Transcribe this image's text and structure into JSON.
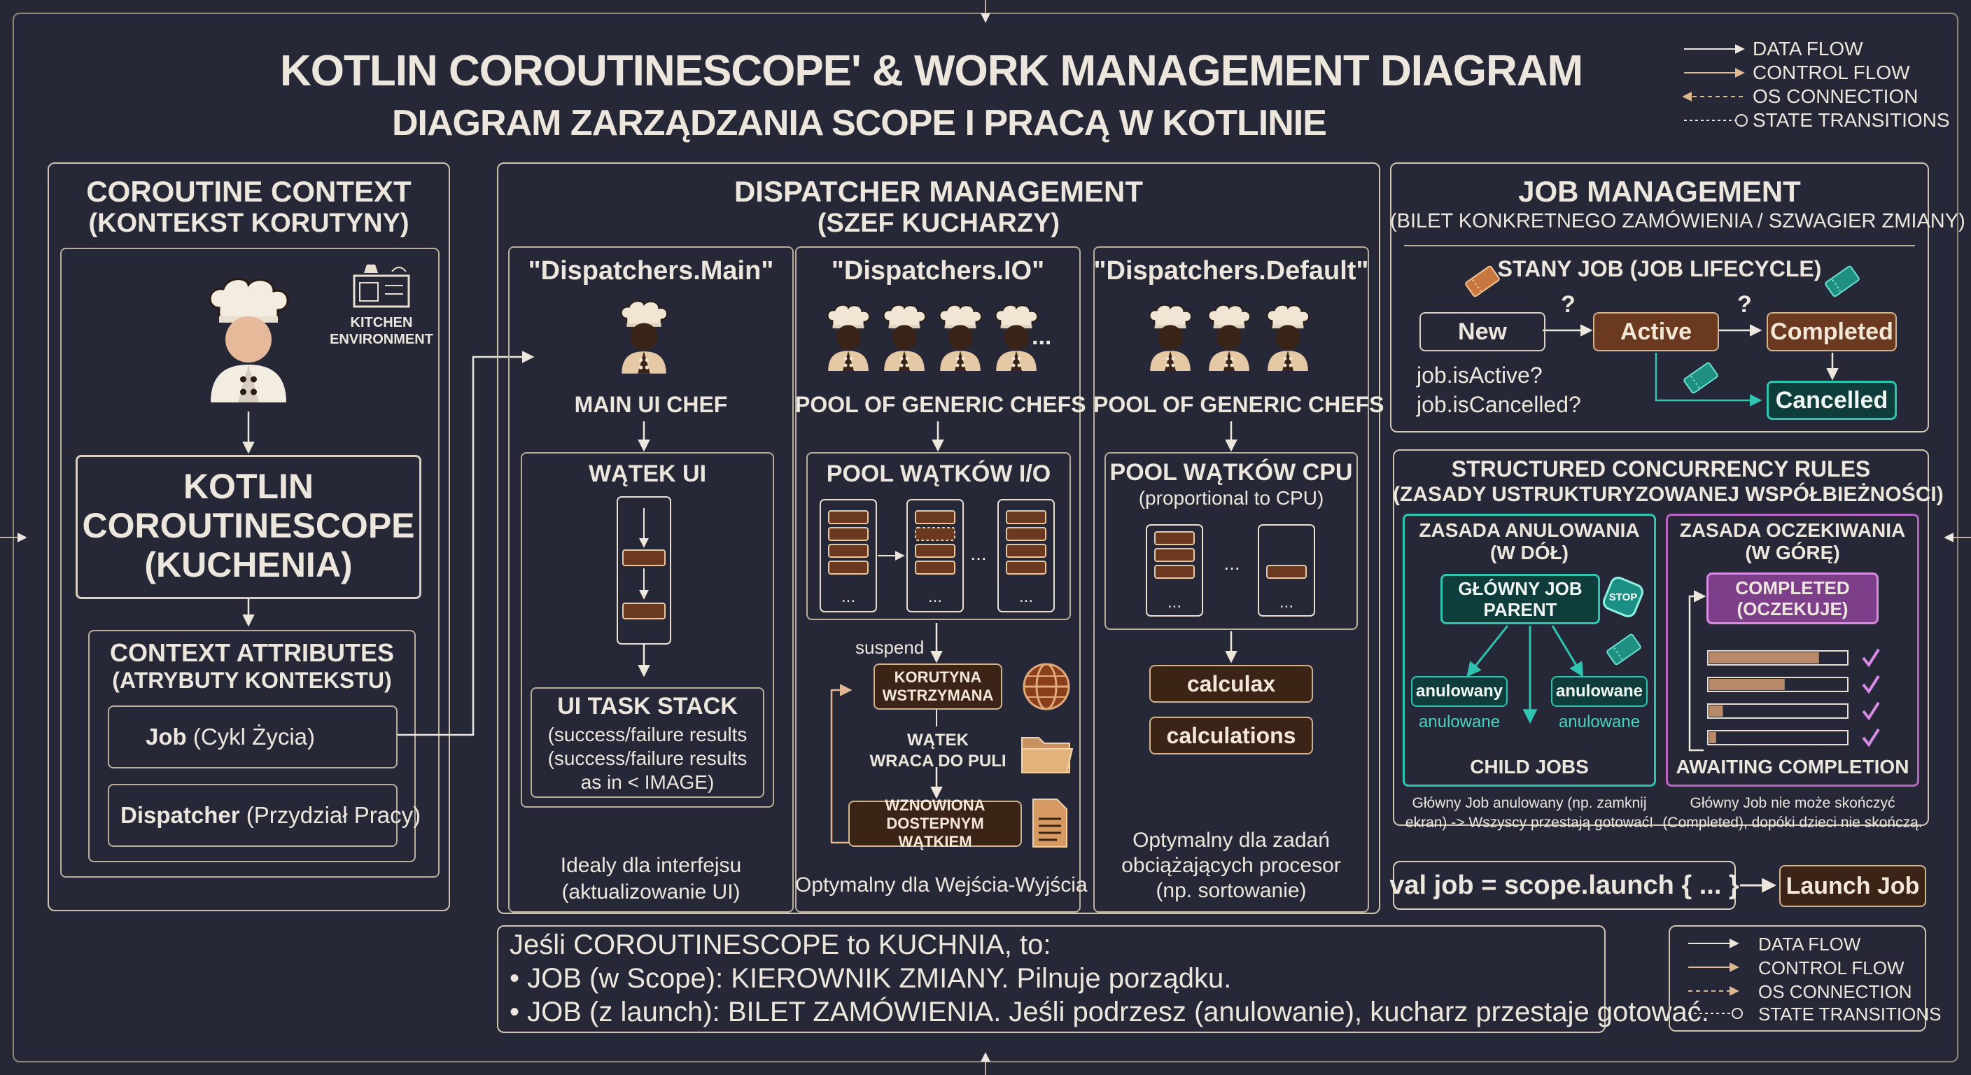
{
  "title": {
    "main": "KOTLIN COROUTINESCOPE' & WORK MANAGEMENT DIAGRAM",
    "sub": "DIAGRAM ZARZĄDZANIA SCOPE I PRACĄ W KOTLINIE"
  },
  "legend_top": [
    "DATA FLOW",
    "CONTROL FLOW",
    "OS CONNECTION",
    "STATE TRANSITIONS"
  ],
  "legend_bottom": [
    "DATA FLOW",
    "CONTROL FLOW",
    "OS CONNECTION",
    "STATE TRANSITIONS"
  ],
  "context": {
    "title": "COROUTINE CONTEXT",
    "subtitle": "(KONTEKST KORUTYNY)",
    "kitchen_label_1": "KITCHEN",
    "kitchen_label_2": "ENVIRONMENT",
    "scope_line1": "KOTLIN",
    "scope_line2": "COROUTINESCOPE",
    "scope_line3": "(KUCHENIA)",
    "attributes_title": "CONTEXT ATTRIBUTES",
    "attributes_subtitle": "(ATRYBUTY KONTEKSTU)",
    "job_bold": "Job",
    "job_rest": " (Cykl Życia)",
    "dispatcher_bold": "Dispatcher",
    "dispatcher_rest": " (Przydział Pracy)"
  },
  "dispatcher": {
    "title": "DISPATCHER MANAGEMENT",
    "subtitle": "(SZEF KUCHARZY)",
    "main": {
      "title": "\"Dispatchers.Main\"",
      "chef_label": "MAIN UI CHEF",
      "thread_label": "WĄTEK UI",
      "stack_title": "UI TASK STACK",
      "stack_line1": "(success/failure results",
      "stack_line2": "(success/failure results",
      "stack_line3": "as in < IMAGE)",
      "desc1": "Idealy dla interfejsu",
      "desc2": "(aktualizowanie UI)"
    },
    "io": {
      "title": "\"Dispatchers.IO\"",
      "chef_label": "POOL OF GENERIC CHEFS",
      "pool_label": "POOL WĄTKÓW I/O",
      "ellipsis": "...",
      "suspend": "suspend",
      "suspended_1": "KORUTYNA",
      "suspended_2": "WSTRZYMANA",
      "returns_1": "WĄTEK",
      "returns_2": "WRACA DO PULI",
      "resumed_1": "WZNOWIONA",
      "resumed_2": "DOSTEPNYM WĄTKIEM",
      "desc": "Optymalny dla Wejścia-Wyjścia"
    },
    "default": {
      "title": "\"Dispatchers.Default\"",
      "chef_label": "POOL OF GENERIC CHEFS",
      "pool_label": "POOL WĄTKÓW CPU",
      "pool_sub": "(proportional to CPU)",
      "calc1": "calculax",
      "calc2": "calculations",
      "desc1": "Optymalny dla zadań",
      "desc2": "obciążających procesor",
      "desc3": "(np. sortowanie)"
    }
  },
  "job": {
    "title": "JOB MANAGEMENT",
    "subtitle": "(BILET KONKRETNEGO ZAMÓWIENIA / SZWAGIER ZMIANY)",
    "lifecycle": "STANY JOB (JOB LIFECYCLE)",
    "state_new": "New",
    "state_active": "Active",
    "state_completed": "Completed",
    "state_cancelled": "Cancelled",
    "q": "?",
    "check1": "job.isActive?",
    "check2": "job.isCancelled?"
  },
  "rules": {
    "title": "STRUCTURED CONCURRENCY RULES",
    "subtitle": "(ZASADY USTRUKTURYZOWANEJ WSPÓŁBIEŻNOŚCI)",
    "cancel_title1": "ZASADA ANULOWANIA",
    "cancel_title2": "(W DÓŁ)",
    "parent1": "GŁÓWNY JOB",
    "parent2": "PARENT",
    "stop": "STOP",
    "child_a": "anulowany",
    "child_b": "anulowane",
    "child_c": "anulowane",
    "child_d": "anulowane",
    "child_jobs": "CHILD JOBS",
    "cancel_desc1": "Główny Job anulowany (np. zamknij",
    "cancel_desc2": "ekran) -> Wszyscy przestają gotować!",
    "wait_title1": "ZASADA OCZEKIWANIA",
    "wait_title2": "(W GÓRĘ)",
    "completed1": "COMPLETED",
    "completed2": "(OCZEKUJE)",
    "awaiting": "AWAITING COMPLETION",
    "wait_desc1": "Główny Job nie może skończyć",
    "wait_desc2": "(Completed), dopóki dzieci nie skończą.",
    "progress": [
      0.8,
      0.55,
      0.1,
      0.05
    ]
  },
  "launch": {
    "code": "val job = scope.launch { ... }",
    "button": "Launch Job"
  },
  "summary": {
    "line1": "Jeśli COROUTINESCOPE to KUCHNIA, to:",
    "line2": "• JOB (w Scope): KIEROWNIK ZMIANY. Pilnuje porządku.",
    "line3": "• JOB (z launch): BILET ZAMÓWIENIA. Jeśli podrzesz (anulowanie), kucharz przestaje gotować."
  },
  "colors": {
    "background": "#262837",
    "accent_brown": "#6b3820",
    "teal": "#2fc6b1",
    "purple": "#b964c4"
  }
}
